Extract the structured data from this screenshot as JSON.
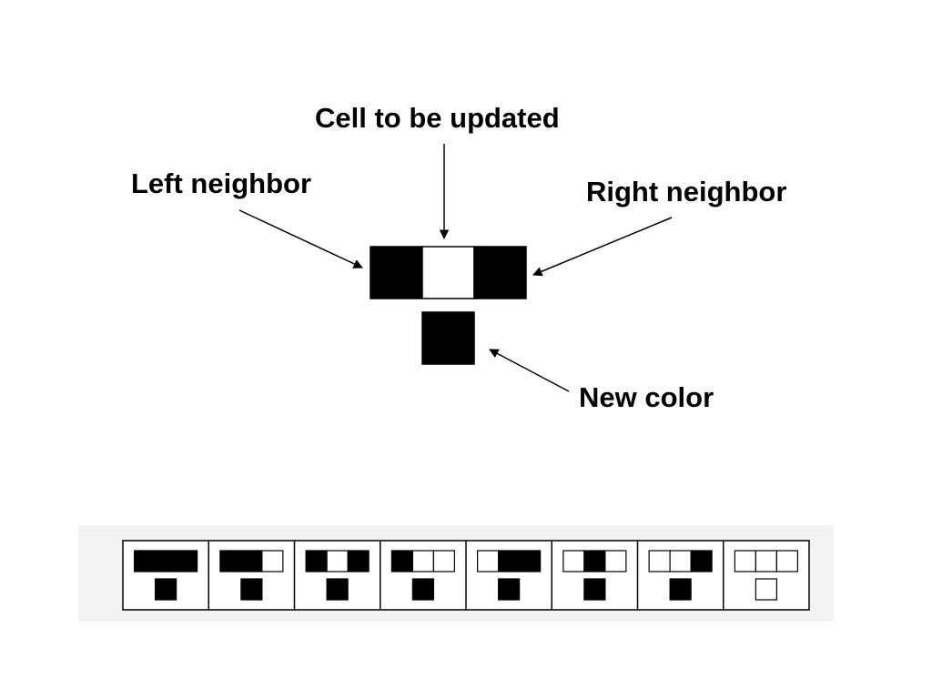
{
  "labels": {
    "cell_to_be_updated": "Cell to be updated",
    "left_neighbor": "Left neighbor",
    "right_neighbor": "Right neighbor",
    "new_color": "New color"
  },
  "colors": {
    "on": "#000000",
    "off": "#ffffff",
    "line": "#000000",
    "rule_panel_bg": "#f3f3f3"
  },
  "example": {
    "neighborhood": [
      1,
      0,
      1
    ],
    "new_color": 1
  },
  "rule_table": [
    {
      "neighborhood": [
        1,
        1,
        1
      ],
      "result": 1
    },
    {
      "neighborhood": [
        1,
        1,
        0
      ],
      "result": 1
    },
    {
      "neighborhood": [
        1,
        0,
        1
      ],
      "result": 1
    },
    {
      "neighborhood": [
        1,
        0,
        0
      ],
      "result": 1
    },
    {
      "neighborhood": [
        0,
        1,
        1
      ],
      "result": 1
    },
    {
      "neighborhood": [
        0,
        1,
        0
      ],
      "result": 1
    },
    {
      "neighborhood": [
        0,
        0,
        1
      ],
      "result": 1
    },
    {
      "neighborhood": [
        0,
        0,
        0
      ],
      "result": 0
    }
  ]
}
